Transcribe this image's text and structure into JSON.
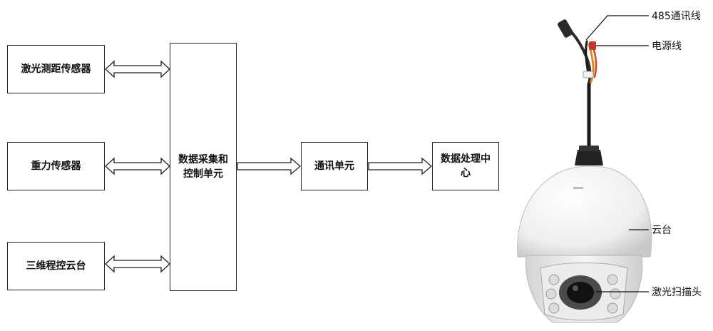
{
  "diagram": {
    "sensors": {
      "laser_ranging": "激光测距传感器",
      "gravity": "重力传感器",
      "ptz_3d": "三维程控云台"
    },
    "control_unit": "数据采集和控制单元",
    "comm_unit": "通讯单元",
    "data_center": "数据处理中心"
  },
  "device_labels": {
    "comm_line": "485通讯线",
    "power_line": "电源线",
    "gimbal": "云台",
    "laser_head": "激光扫描头"
  }
}
